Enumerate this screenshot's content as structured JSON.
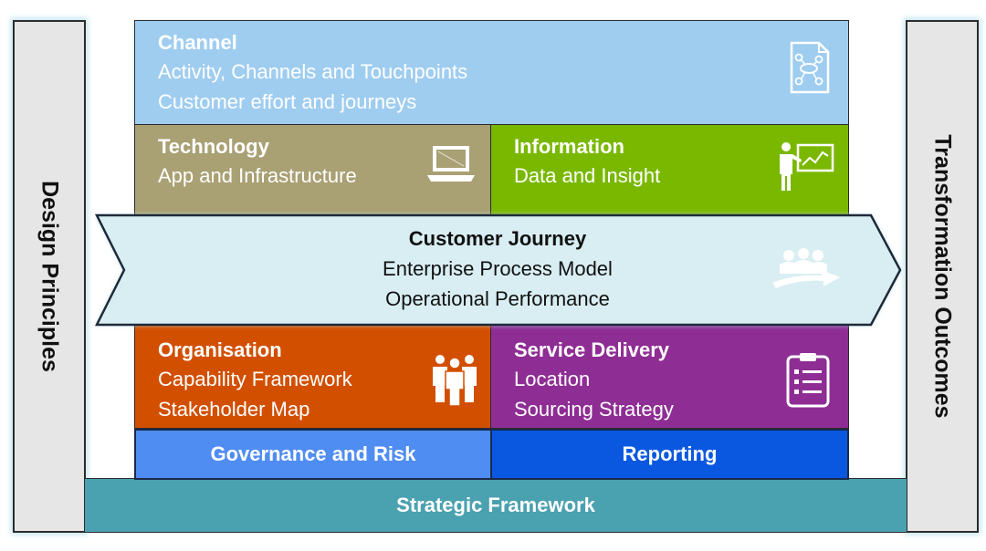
{
  "left_pillar": {
    "label": "Design Principles"
  },
  "right_pillar": {
    "label": "Transformation Outcomes"
  },
  "channel": {
    "title": "Channel",
    "lines": [
      "Activity, Channels and Touchpoints",
      "Customer effort and journeys"
    ],
    "color": "#9fcdf0",
    "icon": "journey-map-icon"
  },
  "technology": {
    "title": "Technology",
    "lines": [
      "App and Infrastructure"
    ],
    "color": "#a9a074",
    "icon": "laptop-icon"
  },
  "information": {
    "title": "Information",
    "lines": [
      "Data and Insight"
    ],
    "color": "#7ab800",
    "icon": "presenter-chart-icon"
  },
  "journey": {
    "title": "Customer Journey",
    "lines": [
      "Enterprise Process Model",
      "Operational Performance"
    ],
    "color": "#d9eef2",
    "icon": "team-arrow-icon"
  },
  "organisation": {
    "title": "Organisation",
    "lines": [
      "Capability Framework",
      "Stakeholder Map"
    ],
    "color": "#d24f00",
    "icon": "people-group-icon"
  },
  "service_delivery": {
    "title": "Service Delivery",
    "lines": [
      "Location",
      "Sourcing Strategy"
    ],
    "color": "#8e2d94",
    "icon": "clipboard-checklist-icon"
  },
  "governance": {
    "label": "Governance and Risk",
    "color": "#4f8df2"
  },
  "reporting": {
    "label": "Reporting",
    "color": "#0a58e0"
  },
  "strategic": {
    "label": "Strategic Framework",
    "color": "#4aa1b0"
  }
}
